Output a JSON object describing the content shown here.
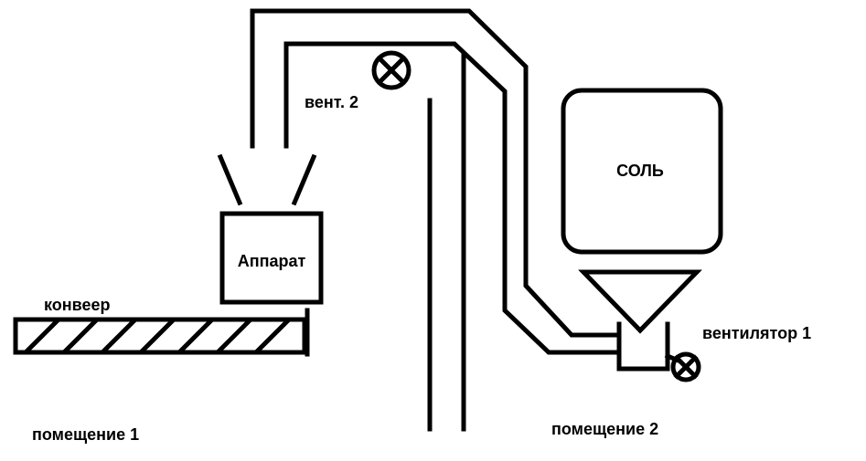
{
  "labels": {
    "vent2": "вент. 2",
    "salt": "СОЛЬ",
    "apparatus": "Аппарат",
    "conveyor": "конвеер",
    "fan1": "вентилятор 1",
    "room1": "помещение 1",
    "room2": "помещение 2"
  },
  "colors": {
    "ink": "#000000",
    "background": "#ffffff"
  }
}
